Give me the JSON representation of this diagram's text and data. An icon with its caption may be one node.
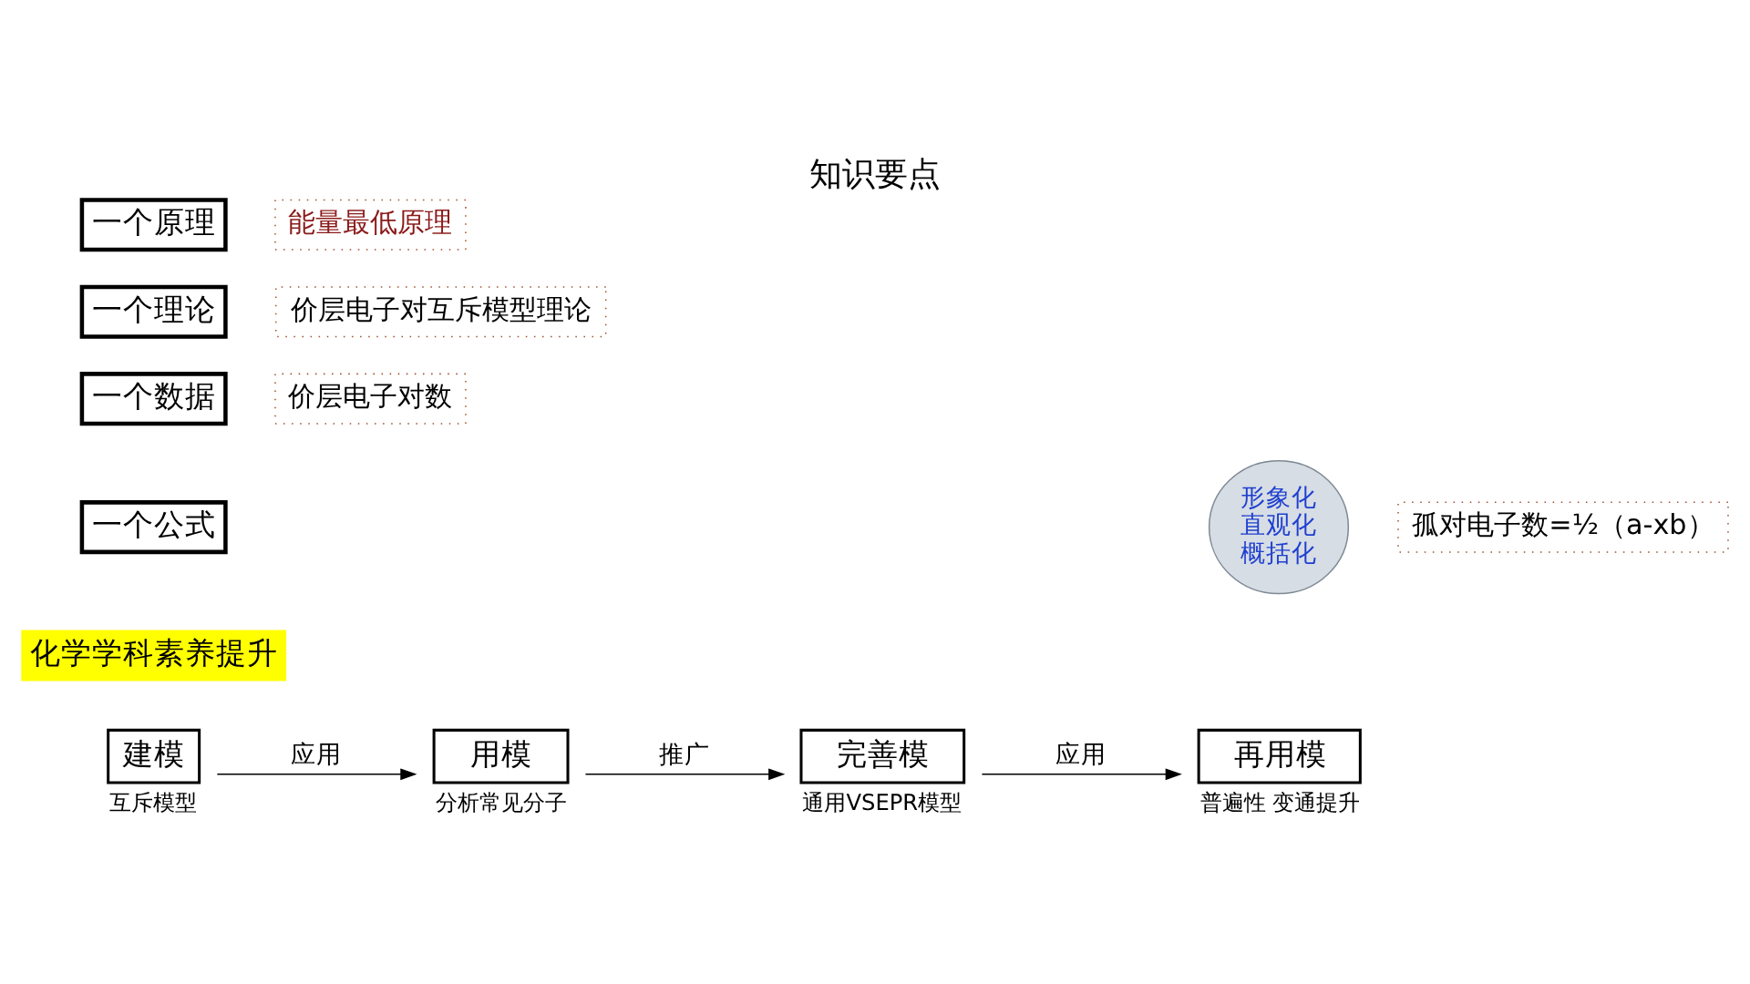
{
  "diagram": {
    "title": "知识要点",
    "nodes": [
      {
        "text": [
          "一个原理"
        ]
      },
      {
        "text": [
          "能量最低原理"
        ]
      },
      {
        "text": [
          "一个理论"
        ]
      },
      {
        "text": [
          "价层电子对互斥模型理论"
        ]
      },
      {
        "text": [
          "一个数据"
        ]
      },
      {
        "text": [
          "价层电子对数"
        ]
      },
      {
        "text": [
          "一个公式"
        ]
      },
      {
        "text": [
          "孤对电子数=½（a-xb）"
        ]
      },
      {
        "text": [
          "形象化",
          "直观化",
          "概括化"
        ]
      },
      {
        "text": [
          "化学学科素养提升"
        ]
      },
      {
        "text": [
          "建模"
        ],
        "beside": [
          "互斥模型"
        ]
      },
      {
        "text": [
          "用模"
        ],
        "beside": [
          "分析常见分子"
        ]
      },
      {
        "text": [
          "完善模"
        ],
        "beside": [
          "通用VSEPR模型"
        ]
      },
      {
        "text": [
          "再用模"
        ],
        "beside": [
          "普遍性 变通提升"
        ]
      }
    ],
    "edges": [
      {
        "from": 10,
        "to": 11,
        "arrow": "to",
        "label": "应用"
      },
      {
        "from": 11,
        "to": 12,
        "arrow": "to",
        "label": "推广"
      },
      {
        "from": 12,
        "to": 13,
        "arrow": "to",
        "label": "应用"
      }
    ]
  }
}
